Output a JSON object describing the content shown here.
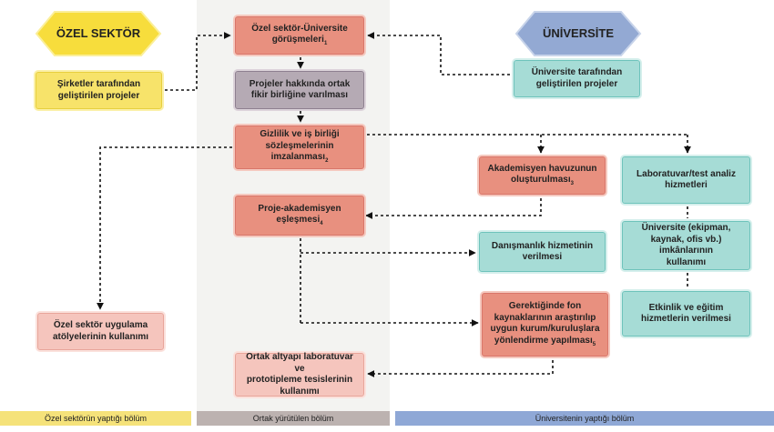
{
  "headers": {
    "private": "ÖZEL SEKTÖR",
    "university": "ÜNİVERSİTE"
  },
  "nodes": {
    "n1": "Özel sektör-Üniversite\ngörüşmeleri",
    "n1_sub": "1",
    "n2": "Projeler hakkında ortak\nfikir birliğine varılması",
    "n3": "Gizlilik ve iş birliği\nsözleşmelerinin imzalanması",
    "n3_sub": "2",
    "n4": "Proje-akademisyen\neşleşmesi",
    "n4_sub": "4",
    "n5": "Ortak altyapı laboratuvar ve\nprototipleme tesislerinin\nkullanımı",
    "private_projects": "Şirketler tarafından\ngeliştirilen projeler",
    "private_workshops": "Özel sektör uygulama\natölyelerinin kullanımı",
    "uni_projects": "Üniversite tarafından\ngeliştirilen projeler",
    "academic_pool": "Akademisyen havuzunun\noluşturulması",
    "academic_pool_sub": "3",
    "lab_test": "Laboratuvar/test analiz\nhizmetleri",
    "uni_facilities": "Üniversite (ekipman,\nkaynak, ofis vb.) imkânlarının\nkullanımı",
    "events": "Etkinlik ve eğitim\nhizmetlerin verilmesi",
    "consulting": "Danışmanlık hizmetinin\nverilmesi",
    "funding": "Gerektiğinde fon\nkaynaklarının araştırılıp\nuygun kurum/kuruluşlara\nyönlendirme yapılması",
    "funding_sub": "5"
  },
  "footers": {
    "private": "Özel sektörün yaptığı bölüm",
    "common": "Ortak yürütülen bölüm",
    "university": "Üniversitenin yaptığı bölüm"
  },
  "colors": {
    "private_lane": "#f5e27a",
    "common_lane": "#bcb2b0",
    "university_lane": "#8fa8d6",
    "center_bg": "#f3f3f1"
  }
}
